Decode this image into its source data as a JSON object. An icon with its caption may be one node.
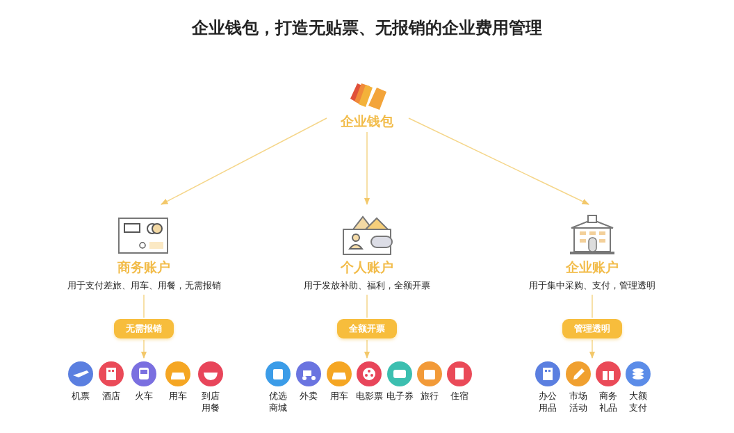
{
  "diagram": {
    "title": "企业钱包，打造无贴票、无报销的企业费用管理",
    "nodes": [
      {
        "text": [
          "企业钱包"
        ]
      },
      {
        "text": [
          "商务账户",
          "用于支付差旅、用车、用餐，无需报销"
        ]
      },
      {
        "text": [
          "无需报销"
        ]
      },
      {
        "text": [
          "机票"
        ]
      },
      {
        "text": [
          "酒店"
        ]
      },
      {
        "text": [
          "火车"
        ]
      },
      {
        "text": [
          "用车"
        ]
      },
      {
        "text": [
          "到店用餐"
        ]
      },
      {
        "text": [
          "个人账户",
          "用于发放补助、福利，全额开票"
        ]
      },
      {
        "text": [
          "全额开票"
        ]
      },
      {
        "text": [
          "优选商城"
        ]
      },
      {
        "text": [
          "外卖"
        ]
      },
      {
        "text": [
          "用车"
        ]
      },
      {
        "text": [
          "电影票"
        ]
      },
      {
        "text": [
          "电子券"
        ]
      },
      {
        "text": [
          "旅行"
        ]
      },
      {
        "text": [
          "住宿"
        ]
      },
      {
        "text": [
          "企业账户",
          "用于集中采购、支付，管理透明"
        ]
      },
      {
        "text": [
          "管理透明"
        ]
      },
      {
        "text": [
          "办公用品"
        ]
      },
      {
        "text": [
          "市场活动"
        ]
      },
      {
        "text": [
          "商务礼品"
        ]
      },
      {
        "text": [
          "大额支付"
        ]
      }
    ],
    "edges": [
      {
        "from": 0,
        "to": 1,
        "arrow": "to"
      },
      {
        "from": 0,
        "to": 8,
        "arrow": "to"
      },
      {
        "from": 0,
        "to": 17,
        "arrow": "to"
      },
      {
        "from": 1,
        "to": 2,
        "arrow": "none"
      },
      {
        "from": 2,
        "to": 5,
        "arrow": "to"
      },
      {
        "from": 8,
        "to": 9,
        "arrow": "none"
      },
      {
        "from": 9,
        "to": 13,
        "arrow": "to"
      },
      {
        "from": 17,
        "to": 18,
        "arrow": "none"
      },
      {
        "from": 18,
        "to": 20,
        "arrow": "to"
      }
    ]
  }
}
